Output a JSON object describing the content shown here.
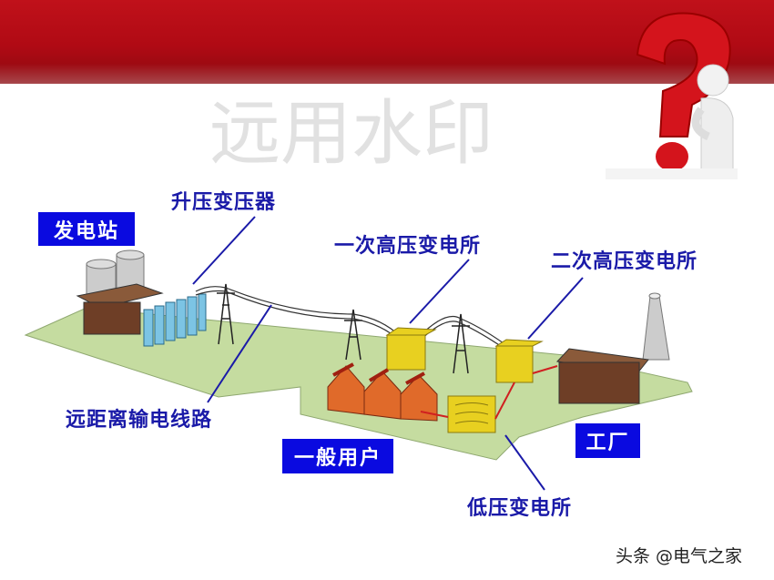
{
  "labels": {
    "power_station": "发电站",
    "step_up_transformer": "升压变压器",
    "primary_hv_substation": "一次高压变电所",
    "secondary_hv_substation": "二次高压变电所",
    "long_distance_line": "远距离输电线路",
    "general_users": "一般用户",
    "factory": "工厂",
    "low_voltage_substation": "低压变电所"
  },
  "watermark": "远用水印",
  "credit": "头条 @电气之家",
  "colors": {
    "banner": "#c0111a",
    "label_text": "#1a1aa8",
    "label_box": "#0a0ae0",
    "ground": "#c5dca0",
    "building": "#7a4a30",
    "transformer": "#e8d020"
  }
}
